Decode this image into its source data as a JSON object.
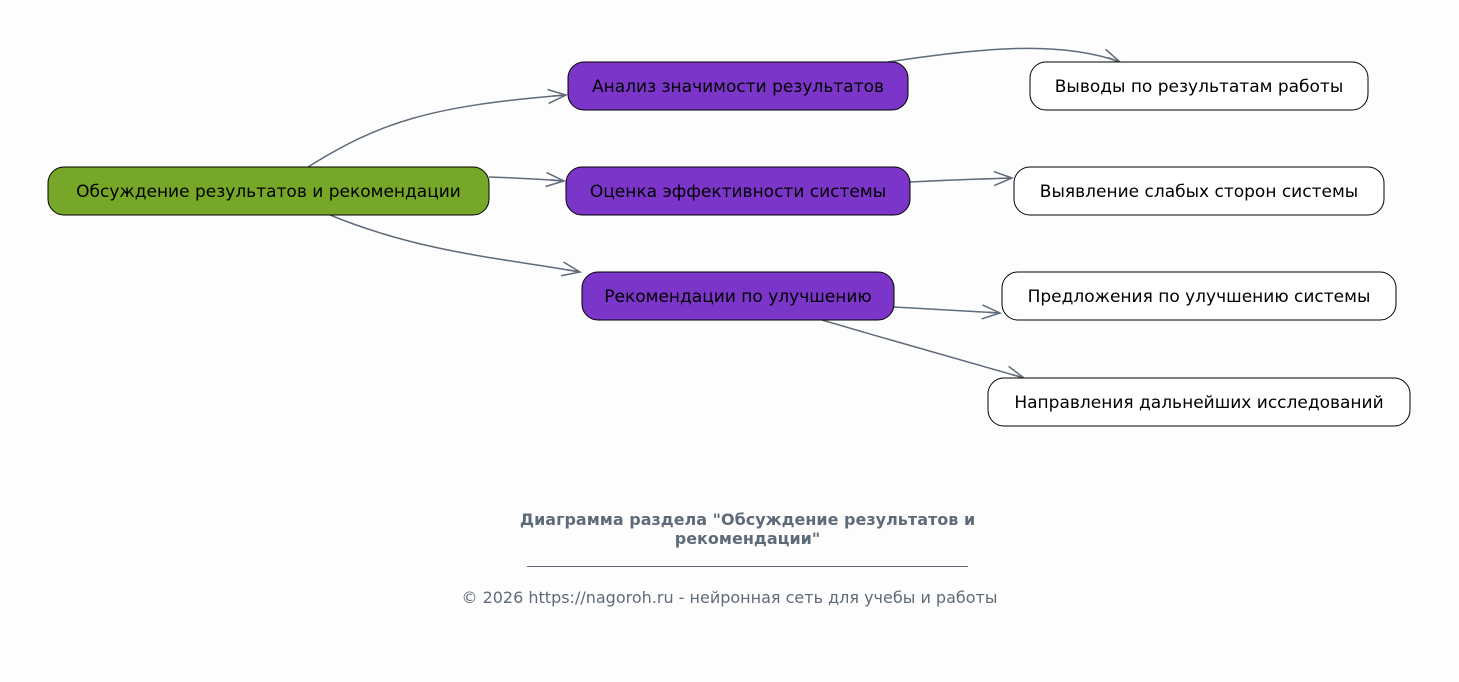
{
  "diagram": {
    "nodes": [
      {
        "id": "root",
        "label": "Обсуждение результатов и рекомендации",
        "fill": "#76a728",
        "level": 0
      },
      {
        "id": "analysis",
        "label": "Анализ значимости результатов",
        "fill": "#7b35c8",
        "level": 1
      },
      {
        "id": "evaluation",
        "label": "Оценка эффективности системы",
        "fill": "#7b35c8",
        "level": 1
      },
      {
        "id": "recommendations",
        "label": "Рекомендации по улучшению",
        "fill": "#7b35c8",
        "level": 1
      },
      {
        "id": "conclusions",
        "label": "Выводы по результатам работы",
        "fill": "#ffffff",
        "level": 2
      },
      {
        "id": "weaknesses",
        "label": "Выявление слабых сторон системы",
        "fill": "#ffffff",
        "level": 2
      },
      {
        "id": "proposals",
        "label": "Предложения по улучшению системы",
        "fill": "#ffffff",
        "level": 2
      },
      {
        "id": "research",
        "label": "Направления дальнейших исследований",
        "fill": "#ffffff",
        "level": 2
      }
    ],
    "edges": [
      {
        "from": "root",
        "to": "analysis"
      },
      {
        "from": "root",
        "to": "evaluation"
      },
      {
        "from": "root",
        "to": "recommendations"
      },
      {
        "from": "analysis",
        "to": "conclusions"
      },
      {
        "from": "evaluation",
        "to": "weaknesses"
      },
      {
        "from": "recommendations",
        "to": "proposals"
      },
      {
        "from": "recommendations",
        "to": "research"
      }
    ],
    "edge_color": "#5f6b7a"
  },
  "caption": {
    "title": "Диаграмма раздела \"Обсуждение результатов и рекомендации\"",
    "credit": "© 2026 https://nagoroh.ru - нейронная сеть для учебы и работы"
  }
}
